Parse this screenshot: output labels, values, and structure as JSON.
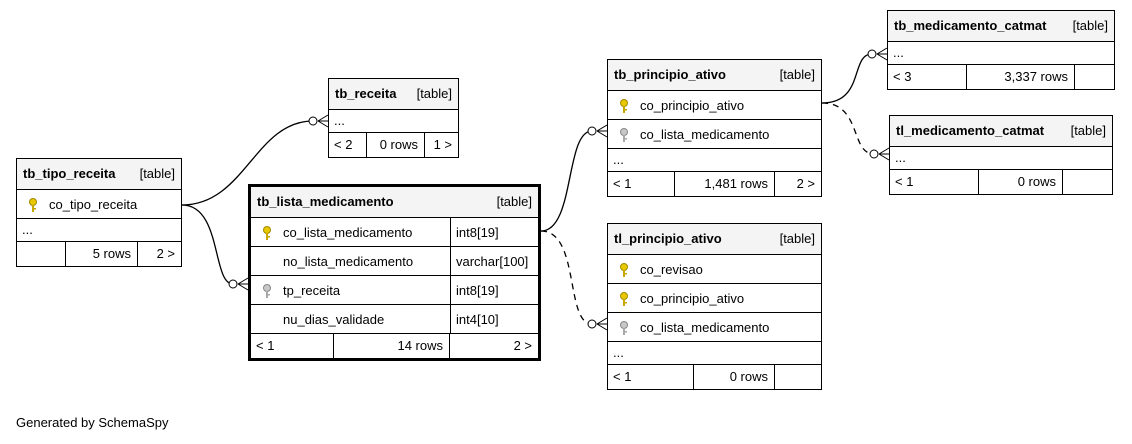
{
  "footer": "Generated by SchemaSpy",
  "tables": {
    "tb_tipo_receita": {
      "name": "tb_tipo_receita",
      "type": "[table]",
      "columns": [
        {
          "name": "co_tipo_receita",
          "key": "primary"
        }
      ],
      "more": "...",
      "footer": [
        "",
        "5 rows",
        "2 >"
      ]
    },
    "tb_receita": {
      "name": "tb_receita",
      "type": "[table]",
      "columns": [],
      "more": "...",
      "footer": [
        "< 2",
        "0 rows",
        "1 >"
      ]
    },
    "tb_lista_medicamento": {
      "name": "tb_lista_medicamento",
      "type": "[table]",
      "columns": [
        {
          "name": "co_lista_medicamento",
          "type": "int8[19]",
          "key": "primary"
        },
        {
          "name": "no_lista_medicamento",
          "type": "varchar[100]",
          "key": ""
        },
        {
          "name": "tp_receita",
          "type": "int8[19]",
          "key": "foreign"
        },
        {
          "name": "nu_dias_validade",
          "type": "int4[10]",
          "key": ""
        }
      ],
      "footer": [
        "< 1",
        "14 rows",
        "2 >"
      ]
    },
    "tb_principio_ativo": {
      "name": "tb_principio_ativo",
      "type": "[table]",
      "columns": [
        {
          "name": "co_principio_ativo",
          "key": "primary"
        },
        {
          "name": "co_lista_medicamento",
          "key": "foreign"
        }
      ],
      "more": "...",
      "footer": [
        "< 1",
        "1,481 rows",
        "2 >"
      ]
    },
    "tl_principio_ativo": {
      "name": "tl_principio_ativo",
      "type": "[table]",
      "columns": [
        {
          "name": "co_revisao",
          "key": "primary"
        },
        {
          "name": "co_principio_ativo",
          "key": "primary"
        },
        {
          "name": "co_lista_medicamento",
          "key": "foreign"
        }
      ],
      "more": "...",
      "footer": [
        "< 1",
        "0 rows",
        ""
      ]
    },
    "tb_medicamento_catmat": {
      "name": "tb_medicamento_catmat",
      "type": "[table]",
      "columns": [],
      "more": "...",
      "footer": [
        "< 3",
        "3,337 rows",
        ""
      ]
    },
    "tl_medicamento_catmat": {
      "name": "tl_medicamento_catmat",
      "type": "[table]",
      "columns": [],
      "more": "...",
      "footer": [
        "< 1",
        "0 rows",
        ""
      ]
    }
  },
  "colors": {
    "header_bg": "#f4f4f4",
    "primary_key": "#e8c800",
    "foreign_key": "#a8a8a8"
  }
}
